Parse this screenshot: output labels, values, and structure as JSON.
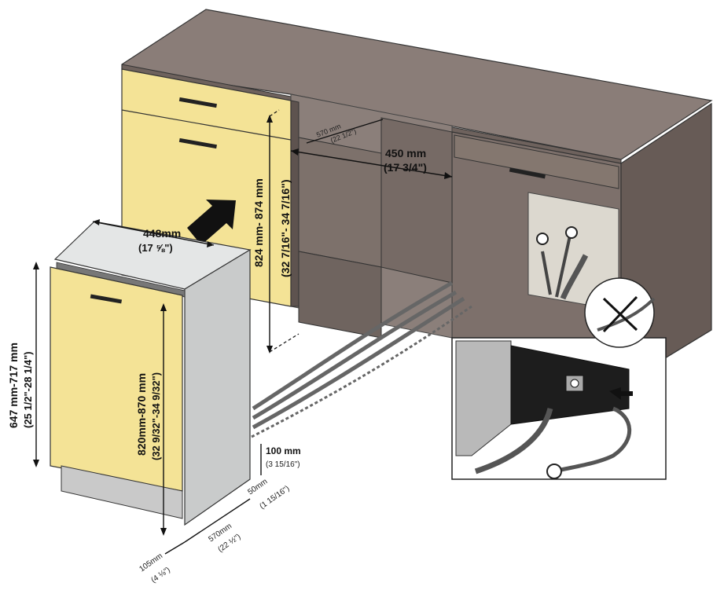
{
  "colors": {
    "cabinet": "#7d706b",
    "cabinet_dark": "#675b56",
    "countertop": "#8a7d78",
    "panel_yellow": "#f4e396",
    "appliance_side": "#c9cbcb",
    "appliance_top": "#e4e6e6",
    "floor_line": "#dddddd"
  },
  "dimensions": {
    "niche_width": {
      "metric": "450 mm",
      "imperial": "(17 3/4\")"
    },
    "niche_depth": {
      "metric": "570 mm",
      "imperial": "(22 1/2\")"
    },
    "niche_height": {
      "metric": "824 mm- 874 mm",
      "imperial": "(32 7/16\"- 34 7/16\")"
    },
    "appliance_width": {
      "metric": "448mm",
      "imperial": "(17 ⅝\")"
    },
    "panel_height": {
      "metric": "647 mm-717 mm",
      "imperial": "(25 1/2\"-28 1/4\")"
    },
    "appliance_height": {
      "metric": "820mm-870 mm",
      "imperial": "(32 9/32\"-34 9/32\")"
    },
    "toe_kick_height": {
      "metric": "100 mm",
      "imperial": "(3 15/16\")"
    },
    "toe_kick_depth": {
      "metric": "50mm",
      "imperial": "(1 15/16\")"
    },
    "appliance_depth": {
      "metric": "570mm",
      "imperial": "(22 ½\")"
    },
    "plinth_depth": {
      "metric": "105mm",
      "imperial": "(4 ⅛\")"
    }
  }
}
